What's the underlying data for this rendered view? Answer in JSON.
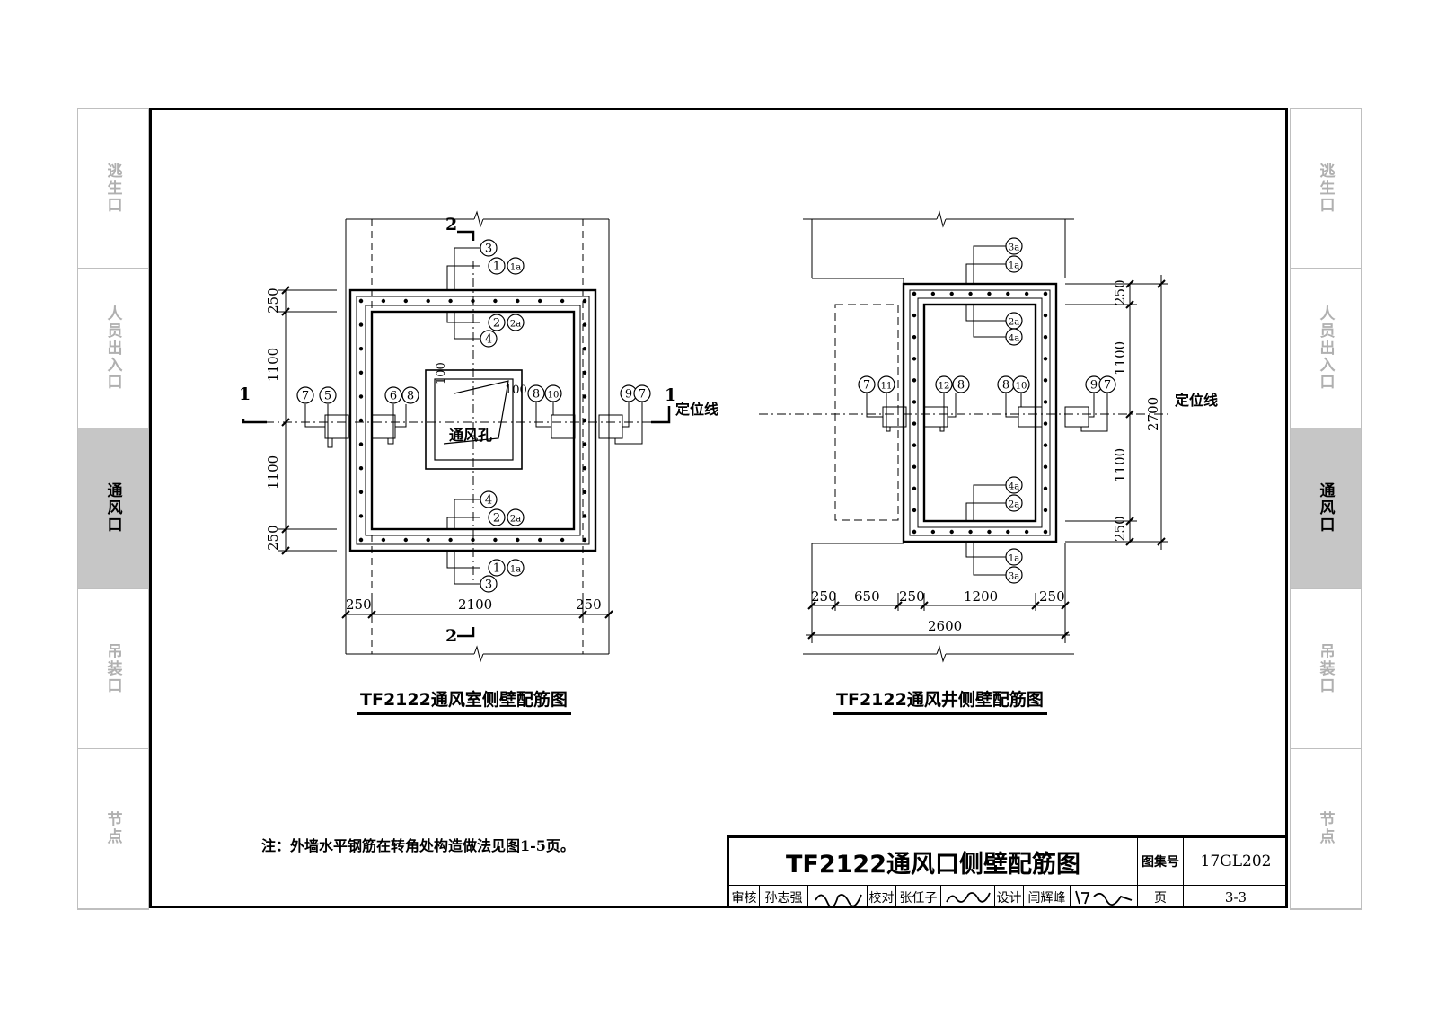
{
  "side_tabs": [
    "逃生口",
    "人员出入口",
    "通风口",
    "吊装口",
    "节点"
  ],
  "active_tab_index": 2,
  "left_drawing": {
    "caption": "TF2122通风室侧壁配筋图",
    "section_marks": {
      "top": "2",
      "bottom": "2",
      "left": "1",
      "right": "1"
    },
    "dims_left": [
      "250",
      "1100",
      "1100",
      "250"
    ],
    "dims_bottom": [
      "250",
      "2100",
      "250"
    ],
    "opening_label": "通风孔",
    "opening_dims": [
      "100",
      "100"
    ],
    "positioning_line": "定位线",
    "bars_top": [
      "3",
      "1",
      "1a",
      "2",
      "2a",
      "4"
    ],
    "bars_bottom": [
      "4",
      "2",
      "2a",
      "1",
      "1a",
      "3"
    ],
    "bars_mid": [
      "7",
      "5",
      "6",
      "8",
      "8",
      "10",
      "9",
      "7"
    ]
  },
  "right_drawing": {
    "caption": "TF2122通风井侧壁配筋图",
    "dims_right": [
      "250",
      "1100",
      "1100",
      "250"
    ],
    "dim_total_right": "2700",
    "dims_bottom": [
      "250",
      "650",
      "250",
      "1200",
      "250"
    ],
    "dim_total_bottom": "2600",
    "positioning_line": "定位线",
    "bars_top": [
      "3a",
      "1a",
      "2a",
      "4a"
    ],
    "bars_bottom": [
      "4a",
      "2a",
      "1a",
      "3a"
    ],
    "bars_mid": [
      "7",
      "11",
      "12",
      "8",
      "8",
      "10",
      "9",
      "7"
    ]
  },
  "note": "注：外墙水平钢筋在转角处构造做法见图1-5页。",
  "title_block": {
    "title": "TF2122通风口侧壁配筋图",
    "atlas_label": "图集号",
    "atlas_no": "17GL202",
    "page_label": "页",
    "page_no": "3-3",
    "review_label": "审核",
    "reviewer": "孙志强",
    "check_label": "校对",
    "checker": "张任子",
    "design_label": "设计",
    "designer": "闫辉峰"
  }
}
